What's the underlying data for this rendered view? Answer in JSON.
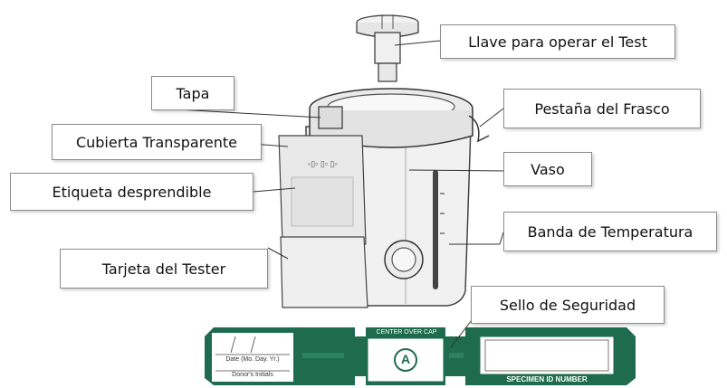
{
  "callouts": {
    "llave": "Llave para operar el Test",
    "tapa": "Tapa",
    "pestana": "Pestaña del Frasco",
    "cubierta": "Cubierta Transparente",
    "vaso": "Vaso",
    "etiqueta": "Etiqueta desprendible",
    "banda": "Banda de Temperatura",
    "tarjeta": "Tarjeta del Tester",
    "sello": "Sello de Seguridad"
  },
  "seal_strip": {
    "date_field": "Date (Mo. Day. Yr.)",
    "initials_field": "Donor's Initials",
    "center_text": "CENTER OVER CAP",
    "badge": "A",
    "specimen_text": "SPECIMEN ID NUMBER",
    "color": "#1f6b4f"
  }
}
